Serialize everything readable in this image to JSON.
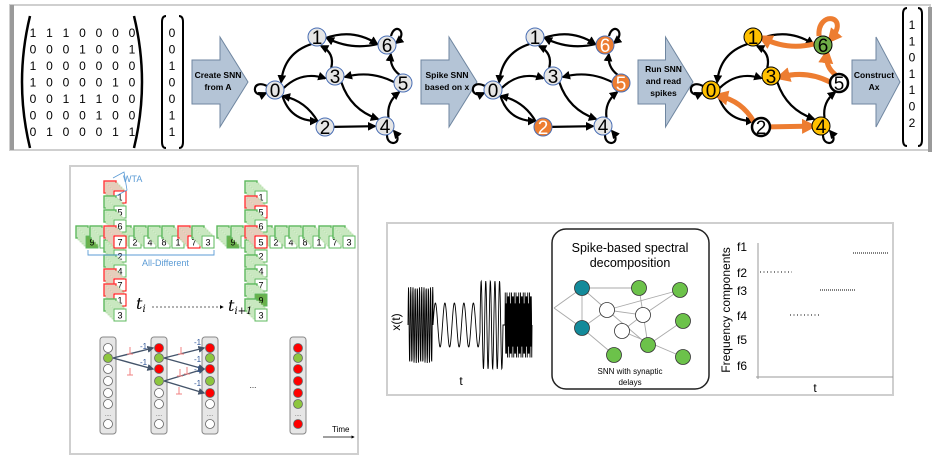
{
  "top_panel": {
    "matrix_A": [
      [
        "1",
        "1",
        "1",
        "0",
        "0",
        "0",
        "0"
      ],
      [
        "0",
        "0",
        "0",
        "1",
        "0",
        "0",
        "1"
      ],
      [
        "1",
        "0",
        "0",
        "0",
        "0",
        "0",
        "0"
      ],
      [
        "1",
        "0",
        "0",
        "0",
        "0",
        "1",
        "0"
      ],
      [
        "0",
        "0",
        "1",
        "1",
        "1",
        "0",
        "0"
      ],
      [
        "0",
        "0",
        "0",
        "0",
        "1",
        "0",
        "0"
      ],
      [
        "0",
        "1",
        "0",
        "0",
        "0",
        "1",
        "1"
      ]
    ],
    "vector_x": [
      "0",
      "0",
      "1",
      "0",
      "0",
      "1",
      "1"
    ],
    "arrows": [
      {
        "line1": "Create SNN",
        "line2": "from A",
        "line3": ""
      },
      {
        "line1": "Spike SNN",
        "line2": "based on x",
        "line3": ""
      },
      {
        "line1": "Run SNN",
        "line2": "and read",
        "line3": "spikes"
      },
      {
        "line1": "Construct",
        "line2": "Ax",
        "line3": ""
      }
    ],
    "node_labels": [
      "0",
      "1",
      "2",
      "3",
      "4",
      "5",
      "6"
    ],
    "graph2_spiked_nodes": [
      "2",
      "5",
      "6"
    ],
    "graph3_node_states": {
      "0": "yellow",
      "1": "yellow",
      "2": "white",
      "3": "yellow",
      "4": "yellow",
      "5": "white",
      "6": "green"
    },
    "output_vector": [
      "1",
      "1",
      "0",
      "1",
      "1",
      "0",
      "2"
    ],
    "colors": {
      "node_gray": "#e6e6e6",
      "node_ring": "#4a6fb5",
      "orange": "#ed7d31",
      "yellow": "#ffc000",
      "green": "#70ad47",
      "arrow_fill": "#b4c4d6"
    }
  },
  "sudoku_panel": {
    "wta_label": "WTA",
    "all_different_label": "All-Different",
    "t_i_label": "t",
    "t_i_sub": "i",
    "t_next_sub": "i+1",
    "left_column": [
      "1",
      "5",
      "6",
      "2",
      "4",
      "7",
      "1",
      "3"
    ],
    "left_row": [
      "9",
      "6",
      "7",
      "2",
      "4",
      "8",
      "1",
      "7",
      "3"
    ],
    "right_column": [
      "1",
      "5",
      "6",
      "2",
      "4",
      "7",
      "9",
      "3"
    ],
    "right_row": [
      "9",
      "6",
      "5",
      "2",
      "4",
      "8",
      "1",
      "7",
      "3"
    ],
    "weight_label": "-1",
    "ellipsis": "...",
    "column_dots": "....",
    "time_label": "Time",
    "colors": {
      "red": "#ff0000",
      "green": "#8dc63f",
      "line": "#44546a"
    }
  },
  "spectral_panel": {
    "signal_ylabel": "x(t)",
    "signal_xlabel": "t",
    "box_title_line1": "Spike-based spectral",
    "box_title_line2": "decomposition",
    "box_caption_line1": "SNN with synaptic",
    "box_caption_line2": "delays",
    "freq_labels": [
      "f1",
      "f2",
      "f3",
      "f4",
      "f5",
      "f6"
    ],
    "freq_ylabel": "Frequency components",
    "freq_xlabel": "t",
    "colors": {
      "teal": "#138a9a",
      "green": "#6cc24a"
    }
  }
}
